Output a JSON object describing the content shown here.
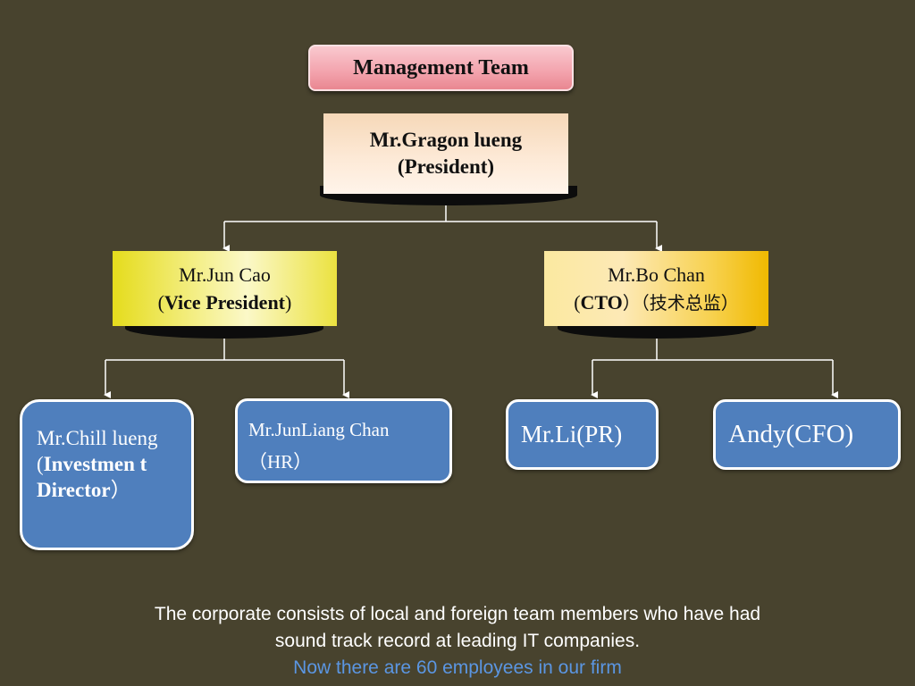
{
  "title": "Management Team",
  "president": {
    "name": "Mr.Gragon lueng",
    "role": "(President)"
  },
  "vp": {
    "name": "Mr.Jun Cao",
    "open": "(",
    "role": "Vice President",
    "close": ")"
  },
  "cto": {
    "name": "Mr.Bo Chan",
    "open": "(",
    "role": "CTO",
    "rest": "）（技术总监）"
  },
  "investment": {
    "name": "Mr.Chill lueng",
    "open": "(",
    "role": "Investmen t Director",
    "close": "）"
  },
  "hr": {
    "name": "Mr.JunLiang Chan",
    "role": "（HR）"
  },
  "pr": {
    "label": "Mr.Li(PR)"
  },
  "cfo": {
    "label": "Andy(CFO)"
  },
  "footer": {
    "line1": "The corporate consists of local and foreign team members who have had",
    "line2": "sound track record at leading IT companies.",
    "line3": "Now there are 60 employees in our firm"
  },
  "colors": {
    "background": "#48432e",
    "title_pill": "#f3a3ad",
    "president_box": "#fde9d6",
    "vp_box": "#f5f08f",
    "cto_box": "#f7d14e",
    "staff_box": "#4f7fbd",
    "footer_highlight": "#5b96e2"
  }
}
